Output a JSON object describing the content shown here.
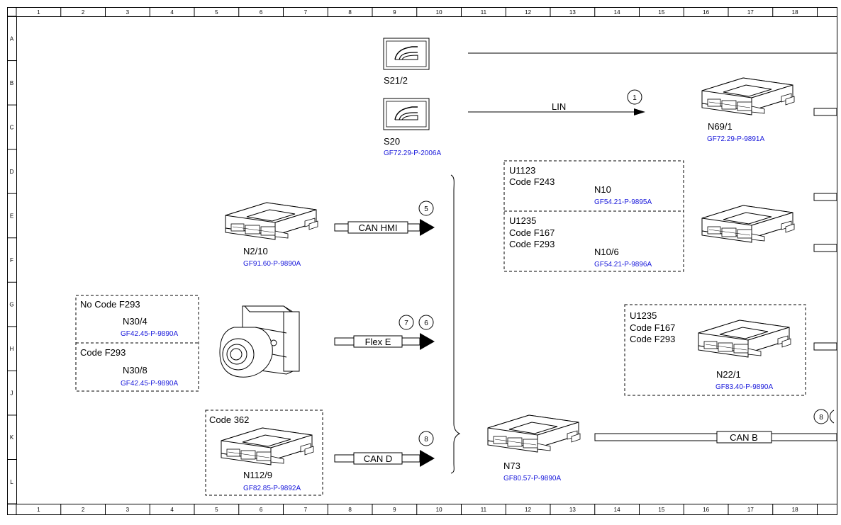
{
  "frame": {
    "columns": [
      "1",
      "2",
      "3",
      "4",
      "5",
      "6",
      "7",
      "8",
      "9",
      "10",
      "11",
      "12",
      "13",
      "14",
      "15",
      "16",
      "17",
      "18"
    ],
    "rows": [
      "A",
      "B",
      "C",
      "D",
      "E",
      "F",
      "G",
      "H",
      "J",
      "K",
      "L"
    ]
  },
  "components": {
    "s21_2": {
      "label": "S21/2"
    },
    "s20": {
      "label": "S20",
      "ref": "GF72.29-P-2006A"
    },
    "n69_1": {
      "label": "N69/1",
      "ref": "GF72.29-P-9891A"
    },
    "n10": {
      "label": "N10",
      "ref": "GF54.21-P-9895A",
      "cond1": "U1123",
      "cond2": "Code F243"
    },
    "n10_6": {
      "label": "N10/6",
      "ref": "GF54.21-P-9896A",
      "cond1": "U1235",
      "cond2": "Code F167",
      "cond3": "Code F293"
    },
    "n2_10": {
      "label": "N2/10",
      "ref": "GF91.60-P-9890A"
    },
    "n30_4": {
      "label": "N30/4",
      "ref": "GF42.45-P-9890A",
      "cond": "No Code F293"
    },
    "n30_8": {
      "label": "N30/8",
      "ref": "GF42.45-P-9890A",
      "cond": "Code F293"
    },
    "n22_1": {
      "label": "N22/1",
      "ref": "GF83.40-P-9890A",
      "cond1": "U1235",
      "cond2": "Code F167",
      "cond3": "Code F293"
    },
    "n112_9": {
      "label": "N112/9",
      "ref": "GF82.85-P-9892A",
      "cond": "Code 362"
    },
    "n73": {
      "label": "N73",
      "ref": "GF80.57-P-9890A"
    }
  },
  "buses": {
    "lin": {
      "label": "LIN",
      "marker": "1"
    },
    "can_hmi": {
      "label": "CAN HMI",
      "marker": "5"
    },
    "flex_e": {
      "label": "Flex E",
      "marker_a": "7",
      "marker_b": "6"
    },
    "can_d": {
      "label": "CAN D",
      "marker": "8"
    },
    "can_b": {
      "label": "CAN B",
      "marker": "8"
    }
  }
}
